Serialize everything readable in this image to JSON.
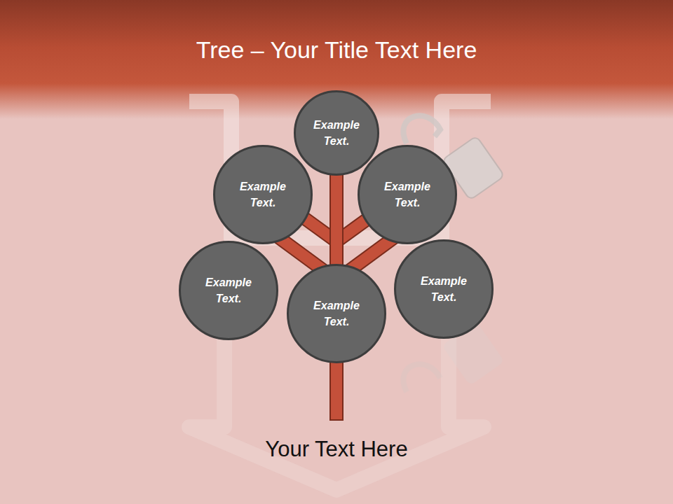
{
  "diagram": {
    "title": "Tree – Your Title Text Here",
    "caption": "Your Text Here",
    "nodes": [
      {
        "text": [
          "Example Text."
        ]
      },
      {
        "text": [
          "Example Text."
        ]
      },
      {
        "text": [
          "Example Text."
        ]
      },
      {
        "text": [
          "Example Text."
        ]
      },
      {
        "text": [
          "Example Text."
        ]
      },
      {
        "text": [
          "Example Text."
        ]
      }
    ],
    "edges": [
      {
        "from": 0,
        "to": 4,
        "arrow": "none"
      }
    ]
  }
}
